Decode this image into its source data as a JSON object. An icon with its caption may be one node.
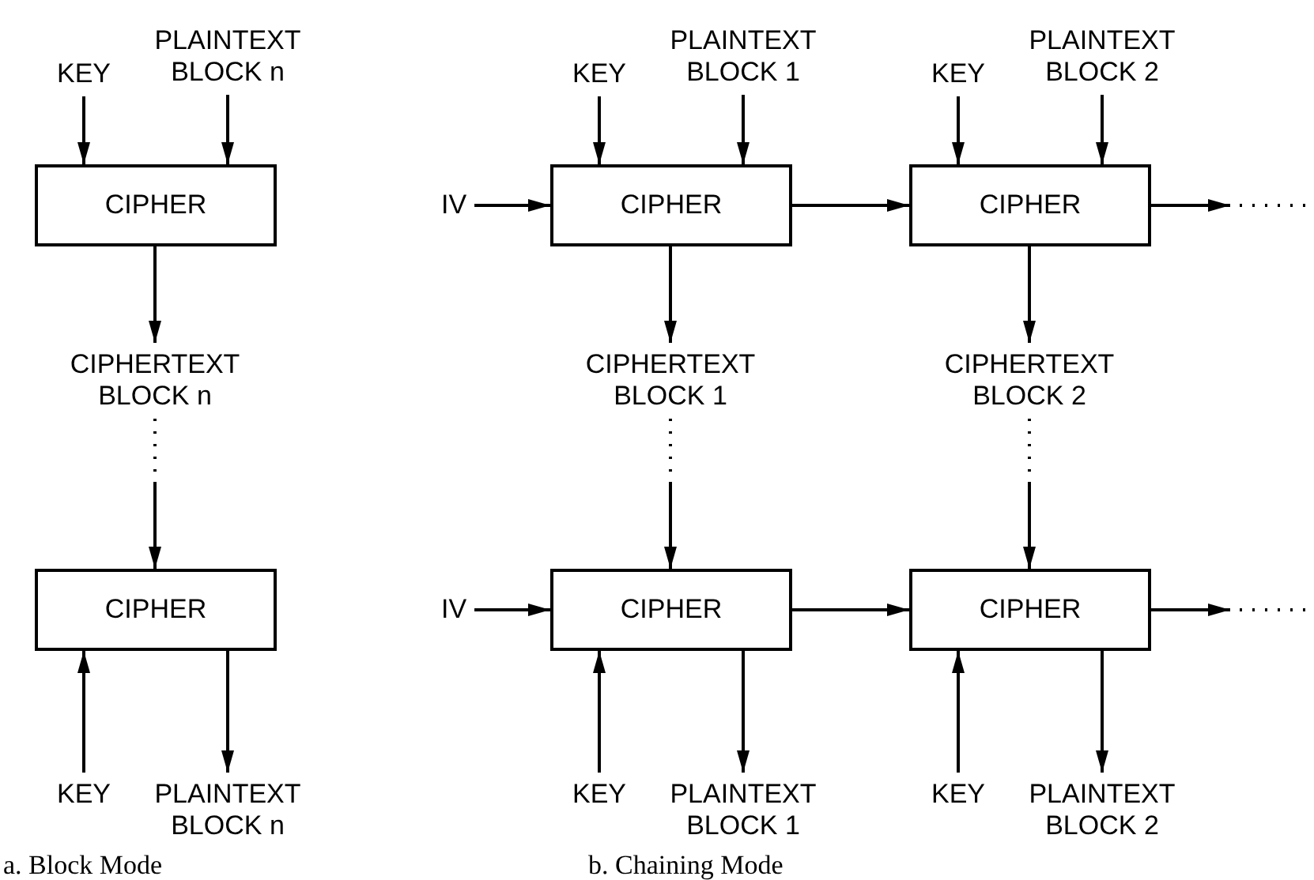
{
  "diagram": {
    "nodes": [
      {
        "text": [
          "KEY"
        ]
      },
      {
        "text": [
          "PLAINTEXT BLOCK n"
        ]
      },
      {
        "text": [
          "CIPHER"
        ]
      },
      {
        "text": [
          "CIPHERTEXT BLOCK n"
        ]
      },
      {
        "text": [
          "CIPHER"
        ]
      },
      {
        "text": [
          "KEY"
        ]
      },
      {
        "text": [
          "PLAINTEXT BLOCK n"
        ]
      },
      {
        "text": [
          "KEY"
        ]
      },
      {
        "text": [
          "PLAINTEXT BLOCK 1"
        ]
      },
      {
        "text": [
          "KEY"
        ]
      },
      {
        "text": [
          "PLAINTEXT BLOCK 2"
        ]
      },
      {
        "text": [
          "IV"
        ]
      },
      {
        "text": [
          "CIPHER"
        ]
      },
      {
        "text": [
          "CIPHER"
        ]
      },
      {
        "text": [
          "CIPHERTEXT BLOCK 1"
        ]
      },
      {
        "text": [
          "CIPHERTEXT BLOCK 2"
        ]
      },
      {
        "text": [
          "IV"
        ]
      },
      {
        "text": [
          "CIPHER"
        ]
      },
      {
        "text": [
          "CIPHER"
        ]
      },
      {
        "text": [
          "KEY"
        ]
      },
      {
        "text": [
          "PLAINTEXT BLOCK 1"
        ]
      },
      {
        "text": [
          "KEY"
        ]
      },
      {
        "text": [
          "PLAINTEXT BLOCK 2"
        ]
      }
    ],
    "edges": [
      {
        "from": 0,
        "to": 2,
        "arrow": "to"
      },
      {
        "from": 1,
        "to": 2,
        "arrow": "to"
      },
      {
        "from": 2,
        "to": 3,
        "arrow": "to"
      },
      {
        "from": 3,
        "to": 4,
        "arrow": "to",
        "style": "dashed"
      },
      {
        "from": 5,
        "to": 4,
        "arrow": "to"
      },
      {
        "from": 4,
        "to": 6,
        "arrow": "to"
      },
      {
        "from": 7,
        "to": 12,
        "arrow": "to"
      },
      {
        "from": 8,
        "to": 12,
        "arrow": "to"
      },
      {
        "from": 9,
        "to": 13,
        "arrow": "to"
      },
      {
        "from": 10,
        "to": 13,
        "arrow": "to"
      },
      {
        "from": 11,
        "to": 12,
        "arrow": "to"
      },
      {
        "from": 12,
        "to": 13,
        "arrow": "to"
      },
      {
        "from": 13,
        "to": null,
        "arrow": "to"
      },
      {
        "from": 12,
        "to": 14,
        "arrow": "to"
      },
      {
        "from": 13,
        "to": 15,
        "arrow": "to"
      },
      {
        "from": 14,
        "to": 17,
        "arrow": "to",
        "style": "dashed"
      },
      {
        "from": 15,
        "to": 18,
        "arrow": "to",
        "style": "dashed"
      },
      {
        "from": 16,
        "to": 17,
        "arrow": "to"
      },
      {
        "from": 17,
        "to": 18,
        "arrow": "to"
      },
      {
        "from": 18,
        "to": null,
        "arrow": "to"
      },
      {
        "from": 19,
        "to": 17,
        "arrow": "to"
      },
      {
        "from": 17,
        "to": 20,
        "arrow": "to"
      },
      {
        "from": 21,
        "to": 18,
        "arrow": "to"
      },
      {
        "from": 18,
        "to": 22,
        "arrow": "to"
      }
    ],
    "labels": [
      "a. Block Mode",
      "b. Chaining Mode"
    ]
  }
}
